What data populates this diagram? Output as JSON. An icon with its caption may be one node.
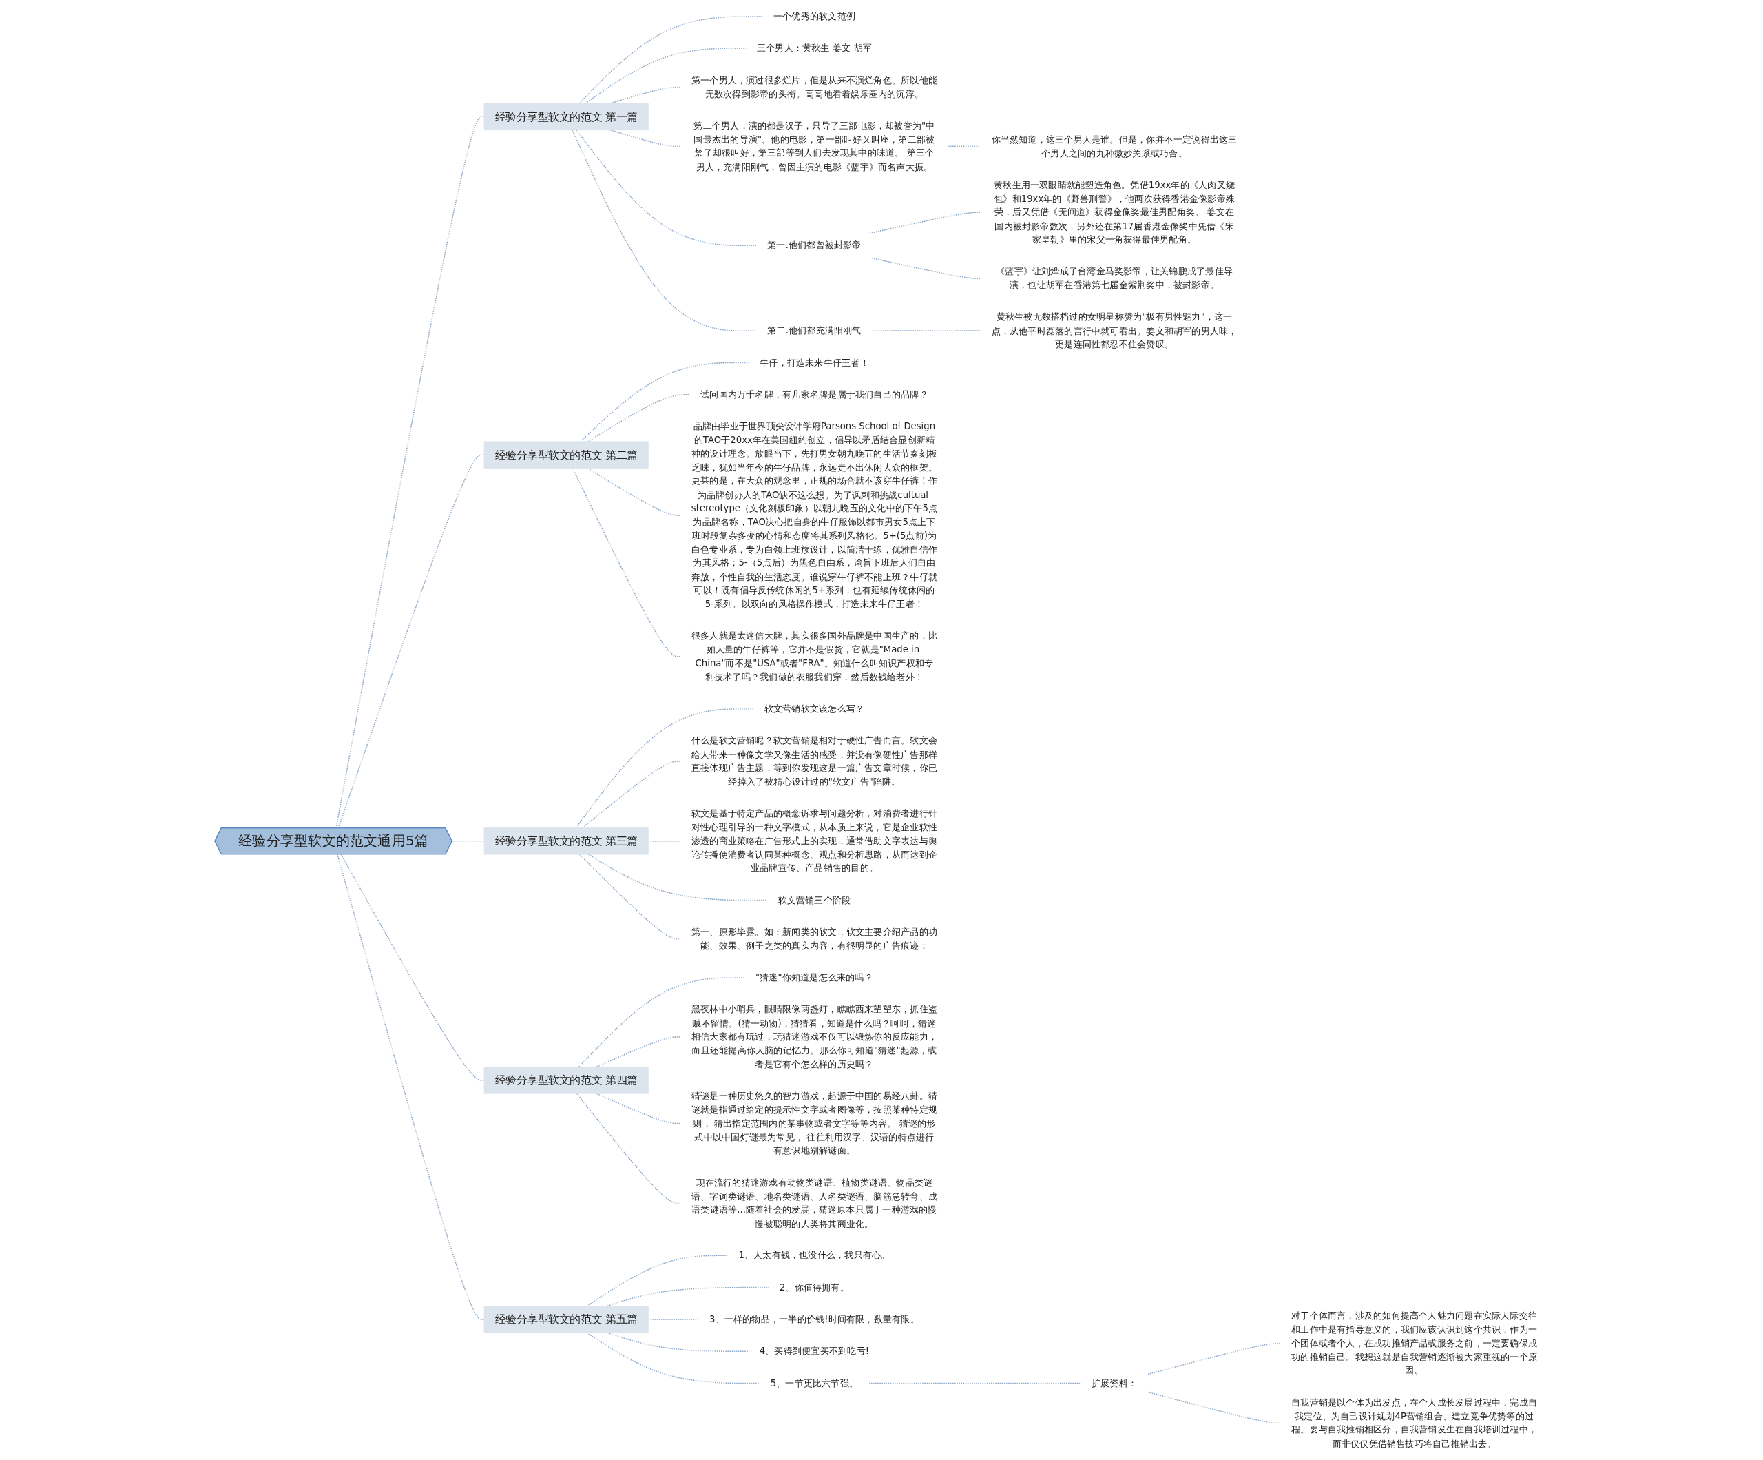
{
  "diagram": {
    "nodes": [
      {
        "text": [
          "经验分享型软文的范文通用5篇"
        ]
      },
      {
        "text": [
          "经验分享型软文的范文 第一篇"
        ]
      },
      {
        "text": [
          "一个优秀的软文范例"
        ]
      },
      {
        "text": [
          "三个男人：黄秋生 姜文 胡军"
        ]
      },
      {
        "text": [
          "第一个男人，演过很多烂片，但是从来不演烂角色。所以他能无数次得到影帝的头衔。高高地看着娱乐圈内的沉浮。"
        ]
      },
      {
        "text": [
          "第二个男人，演的都是汉子，只导了三部电影，却被誉为\"中国最杰出的导演\"。他的电影，第一部叫好又叫座，第二部被禁了却很叫好，第三部等到人们去发现其中的味道。 第三个男人，充满阳刚气，曾因主演的电影《蓝宇》而名声大振。"
        ]
      },
      {
        "text": [
          "你当然知道，这三个男人是谁。但是，你并不一定说得出这三个男人之间的九种微妙关系或巧合。"
        ]
      },
      {
        "text": [
          "第一.他们都曾被封影帝"
        ]
      },
      {
        "text": [
          "黄秋生用一双眼睛就能塑造角色。凭借19xx年的《人肉叉烧包》和19xx年的《野兽刑警》，他两次获得香港金像影帝殊荣，后又凭借《无间道》获得金像奖最佳男配角奖。 姜文在国内被封影帝数次，另外还在第17届香港金像奖中凭借《宋家皇朝》里的宋父一角获得最佳男配角。"
        ]
      },
      {
        "text": [
          "《蓝宇》让刘烨成了台湾金马奖影帝，让关锦鹏成了最佳导演，也让胡军在香港第七届金紫荆奖中，被封影帝。"
        ]
      },
      {
        "text": [
          "第二.他们都充满阳刚气"
        ]
      },
      {
        "text": [
          "黄秋生被无数搭档过的女明星称赞为\"极有男性魅力\"，这一点，从他平时磊落的言行中就可看出。姜文和胡军的男人味，更是连同性都忍不住会赞叹。"
        ]
      },
      {
        "text": [
          "经验分享型软文的范文 第二篇"
        ]
      },
      {
        "text": [
          "牛仔，打造未来牛仔王者！"
        ]
      },
      {
        "text": [
          "试问国内万千名牌，有几家名牌是属于我们自己的品牌？"
        ]
      },
      {
        "text": [
          "品牌由毕业于世界顶尖设计学府Parsons School of Design的TAO于20xx年在美国纽约创立，倡导以矛盾结合显创新精神的设计理念。放眼当下，先打男女朝九晚五的生活节奏刻板乏味，犹如当年今的牛仔品牌，永远走不出休闲大众的框架。更甚的是，在大众的观念里，正规的场合就不该穿牛仔裤！作为品牌创办人的TAO缺不这么想。为了讽刺和挑战cultual stereotype（文化刻板印象）以朝九晚五的文化中的下午5点为品牌名称，TAO决心把自身的牛仔服饰以都市男女5点上下班时段复杂多变的心情和态度将其系列风格化。5+(5点前)为白色专业系，专为白领上班族设计，以简洁干练，优雅自信作为其风格；5-（5点后）为黑色自由系，谕旨下班后人们自由奔放，个性自我的生活态度。谁说穿牛仔裤不能上班？牛仔就可以！既有倡导反传统休闲的5+系列，也有延续传统休闲的5-系列。以双向的风格操作模式，打造未来牛仔王者！"
        ]
      },
      {
        "text": [
          "很多人就是太迷信大牌，其实很多国外品牌是中国生产的，比如大量的牛仔裤等，它并不是假货，它就是\"Made in China\"而不是\"USA\"或者\"FRA\"。知道什么叫知识产权和专利技术了吗？我们做的衣服我们穿，然后数钱给老外！"
        ]
      },
      {
        "text": [
          "经验分享型软文的范文 第三篇"
        ]
      },
      {
        "text": [
          "软文营销软文该怎么写？"
        ]
      },
      {
        "text": [
          "什么是软文营销呢？软文营销是相对于硬性广告而言。软文会给人带来一种像文学又像生活的感受，并没有像硬性广告那样直接体现广告主题，等到你发现这是一篇广告文章时候，你已经掉入了被精心设计过的\"软文广告\"陷阱。"
        ]
      },
      {
        "text": [
          "软文是基于特定产品的概念诉求与问题分析，对消费者进行针对性心理引导的一种文字模式，从本质上来说，它是企业软性渗透的商业策略在广告形式上的实现，通常借助文字表达与舆论传播使消费者认同某种概念、观点和分析思路，从而达到企业品牌宣传、产品销售的目的。"
        ]
      },
      {
        "text": [
          "软文营销三个阶段"
        ]
      },
      {
        "text": [
          "第一、原形毕露。如：新闻类的软文，软文主要介绍产品的功能、效果、例子之类的真实内容，有很明显的广告痕迹；"
        ]
      },
      {
        "text": [
          "经验分享型软文的范文 第四篇"
        ]
      },
      {
        "text": [
          "\"猜迷\"你知道是怎么来的吗？"
        ]
      },
      {
        "text": [
          "黑夜林中小哨兵，眼睛限像两盏灯，瞧瞧西来望望东，抓住盗贼不留情。(猜一动物)，猜猜看，知道是什么吗？呵呵，猜迷相信大家都有玩过，玩猜迷游戏不仅可以锻炼你的反应能力，而且还能提高你大脑的记忆力。那么你可知道\"猜迷\"起源，或者是它有个怎么样的历史吗？"
        ]
      },
      {
        "text": [
          "猜谜是一种历史悠久的智力游戏，起源于中国的易经八卦。猜谜就是指通过给定的提示性文字或者图像等，按照某种特定规则， 猜出指定范围内的某事物或者文字等等内容。 猜谜的形式中以中国灯谜最为常见， 往往利用汉字、汉语的特点进行有意识地别解谜面。"
        ]
      },
      {
        "text": [
          "现在流行的猜迷游戏有动物类谜语、植物类谜语、物品类谜语、字词类谜语、地名类谜语、人名类谜语、脑筋急转弯、成语类谜语等...随着社会的发展，猜迷原本只属于一种游戏的慢慢被聪明的人类将其商业化。"
        ]
      },
      {
        "text": [
          "经验分享型软文的范文 第五篇"
        ]
      },
      {
        "text": [
          "1、人太有钱，也没什么，我只有心。"
        ]
      },
      {
        "text": [
          "2、你值得拥有。"
        ]
      },
      {
        "text": [
          "3、一样的物品，一半的价钱!时间有限，数量有限。"
        ]
      },
      {
        "text": [
          "4、买得到便宜买不到吃亏!"
        ]
      },
      {
        "text": [
          "5、一节更比六节强。"
        ]
      },
      {
        "text": [
          "扩展资料："
        ]
      },
      {
        "text": [
          "对于个体而言，涉及的如何提高个人魅力问题在实际人际交往和工作中是有指导意义的，我们应该认识到这个共识，作为一个团体或者个人，在成功推销产品或服务之前，一定要确保成功的推销自己。我想这就是自我营销逐渐被大家重视的一个原因。"
        ]
      },
      {
        "text": [
          "自我营销是以个体为出发点，在个人成长发展过程中，完成自我定位、为自己设计规划4P营销组合、建立竞争优势等的过程。要与自我推销相区分，自我营销发生在自我培训过程中，而非仅仅凭借销售技巧将自己推销出去。"
        ]
      }
    ],
    "edges": [
      {
        "from": 0,
        "to": 1,
        "arrow": "none",
        "style": "dashed"
      },
      {
        "from": 1,
        "to": 2,
        "arrow": "none",
        "style": "dashed"
      },
      {
        "from": 1,
        "to": 3,
        "arrow": "none",
        "style": "dashed"
      },
      {
        "from": 1,
        "to": 4,
        "arrow": "none",
        "style": "dashed"
      },
      {
        "from": 1,
        "to": 5,
        "arrow": "none",
        "style": "dashed"
      },
      {
        "from": 5,
        "to": 6,
        "arrow": "none",
        "style": "dashed"
      },
      {
        "from": 1,
        "to": 7,
        "arrow": "none",
        "style": "dashed"
      },
      {
        "from": 7,
        "to": 8,
        "arrow": "none",
        "style": "dashed"
      },
      {
        "from": 7,
        "to": 9,
        "arrow": "none",
        "style": "dashed"
      },
      {
        "from": 1,
        "to": 10,
        "arrow": "none",
        "style": "dashed"
      },
      {
        "from": 10,
        "to": 11,
        "arrow": "none",
        "style": "dashed"
      },
      {
        "from": 0,
        "to": 12,
        "arrow": "none",
        "style": "dashed"
      },
      {
        "from": 12,
        "to": 13,
        "arrow": "none",
        "style": "dashed"
      },
      {
        "from": 12,
        "to": 14,
        "arrow": "none",
        "style": "dashed"
      },
      {
        "from": 12,
        "to": 15,
        "arrow": "none",
        "style": "dashed"
      },
      {
        "from": 12,
        "to": 16,
        "arrow": "none",
        "style": "dashed"
      },
      {
        "from": 0,
        "to": 17,
        "arrow": "none",
        "style": "dashed"
      },
      {
        "from": 17,
        "to": 18,
        "arrow": "none",
        "style": "dashed"
      },
      {
        "from": 17,
        "to": 19,
        "arrow": "none",
        "style": "dashed"
      },
      {
        "from": 17,
        "to": 20,
        "arrow": "none",
        "style": "dashed"
      },
      {
        "from": 17,
        "to": 21,
        "arrow": "none",
        "style": "dashed"
      },
      {
        "from": 17,
        "to": 22,
        "arrow": "none",
        "style": "dashed"
      },
      {
        "from": 0,
        "to": 23,
        "arrow": "none",
        "style": "dashed"
      },
      {
        "from": 23,
        "to": 24,
        "arrow": "none",
        "style": "dashed"
      },
      {
        "from": 23,
        "to": 25,
        "arrow": "none",
        "style": "dashed"
      },
      {
        "from": 23,
        "to": 26,
        "arrow": "none",
        "style": "dashed"
      },
      {
        "from": 23,
        "to": 27,
        "arrow": "none",
        "style": "dashed"
      },
      {
        "from": 0,
        "to": 28,
        "arrow": "none",
        "style": "dashed"
      },
      {
        "from": 28,
        "to": 29,
        "arrow": "none",
        "style": "dashed"
      },
      {
        "from": 28,
        "to": 30,
        "arrow": "none",
        "style": "dashed"
      },
      {
        "from": 28,
        "to": 31,
        "arrow": "none",
        "style": "dashed"
      },
      {
        "from": 28,
        "to": 32,
        "arrow": "none",
        "style": "dashed"
      },
      {
        "from": 28,
        "to": 33,
        "arrow": "none",
        "style": "dashed"
      },
      {
        "from": 33,
        "to": 34,
        "arrow": "none",
        "style": "dashed"
      },
      {
        "from": 34,
        "to": 35,
        "arrow": "none",
        "style": "dashed"
      },
      {
        "from": 34,
        "to": 36,
        "arrow": "none",
        "style": "dashed"
      }
    ]
  }
}
